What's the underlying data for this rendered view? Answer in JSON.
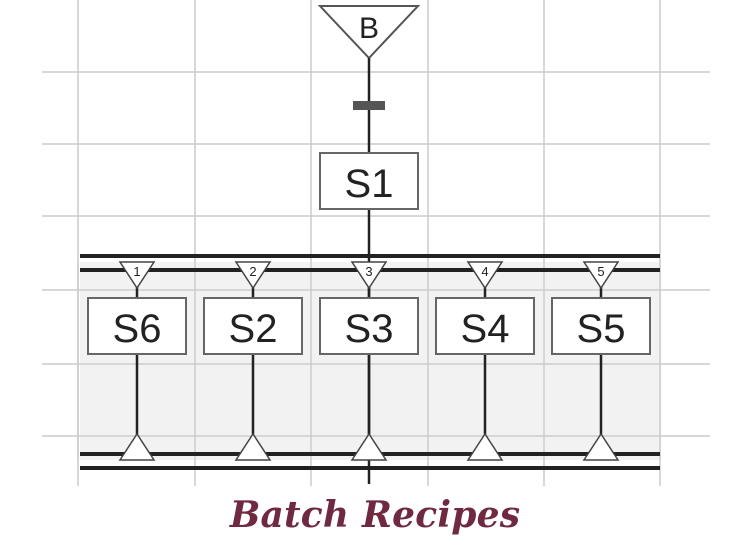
{
  "diagram": {
    "begin_label": "B",
    "first_step_label": "S1",
    "parallel_steps": [
      {
        "label": "S6",
        "branch_number": "1"
      },
      {
        "label": "S2",
        "branch_number": "2"
      },
      {
        "label": "S3",
        "branch_number": "3"
      },
      {
        "label": "S4",
        "branch_number": "4"
      },
      {
        "label": "S5",
        "branch_number": "5"
      }
    ]
  },
  "caption": "Batch Recipes"
}
